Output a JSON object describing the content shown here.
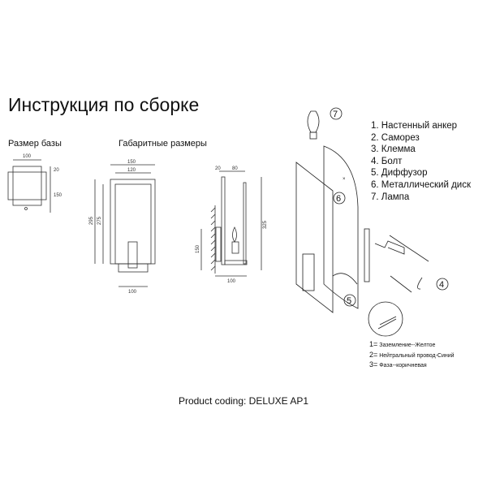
{
  "title": "Инструкция по сборке",
  "base_section": {
    "heading": "Размер базы",
    "dims": [
      "100",
      "20",
      "150"
    ]
  },
  "dims_section": {
    "heading": "Габаритные размеры",
    "front": [
      "150",
      "120",
      "295",
      "275",
      "100"
    ],
    "side": [
      "20",
      "80",
      "325",
      "150",
      "100"
    ]
  },
  "parts": [
    "1. Настенный анкер",
    "2. Саморез",
    "3. Клемма",
    "4. Болт",
    "5. Диффузор",
    "6. Металлический диск",
    "7. Лампа"
  ],
  "callouts": [
    "7",
    "6",
    "5",
    "4"
  ],
  "wiring": [
    {
      "num": "1=",
      "text": "Заземление--Желтое"
    },
    {
      "num": "2=",
      "text": "Нейтральный провод-Синий"
    },
    {
      "num": "3=",
      "text": "Фаза--коричневая"
    }
  ],
  "product_coding": "Product coding: DELUXE AP1"
}
